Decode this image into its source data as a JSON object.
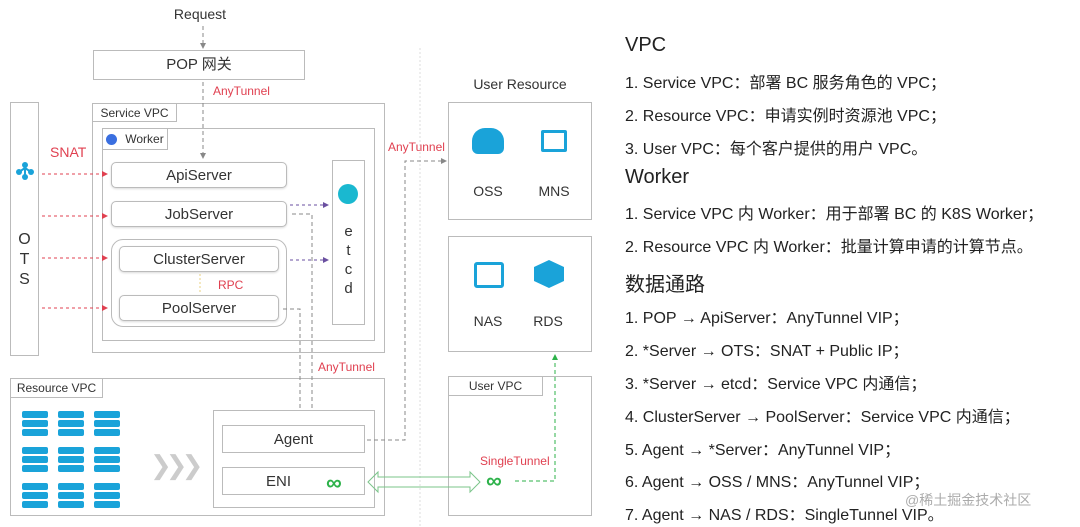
{
  "diagram": {
    "request": "Request",
    "pop": "POP 网关",
    "anytunnel_top": "AnyTunnel",
    "service_vpc": "Service VPC",
    "worker": "Worker",
    "apiserver": "ApiServer",
    "jobserver": "JobServer",
    "clusterserver": "ClusterServer",
    "poolserver": "PoolServer",
    "rpc": "RPC",
    "etcd": [
      "e",
      "t",
      "c",
      "d"
    ],
    "ots": [
      "O",
      "T",
      "S"
    ],
    "snat": "SNAT",
    "user_resource": "User Resource",
    "anytunnel_right": "AnyTunnel",
    "oss": "OSS",
    "mns": "MNS",
    "nas": "NAS",
    "rds": "RDS",
    "anytunnel_mid": "AnyTunnel",
    "resource_vpc": "Resource VPC",
    "agent": "Agent",
    "eni": "ENI",
    "user_vpc": "User VPC",
    "singletunnel": "SingleTunnel",
    "colors": {
      "red": "#e04050",
      "cyan": "#1aa3d9",
      "green": "#2db24a",
      "purple": "#6a4fa0"
    }
  },
  "notes": {
    "vpc_title": "VPC",
    "vpc_items": [
      "1. Service VPC：部署 BC 服务角色的 VPC；",
      "2. Resource VPC：申请实例时资源池 VPC；",
      "3. User VPC：每个客户提供的用户 VPC。"
    ],
    "worker_title": "Worker",
    "worker_items": [
      "1. Service VPC 内 Worker：用于部署 BC 的 K8S Worker；",
      "2. Resource VPC 内 Worker：批量计算申请的计算节点。"
    ],
    "path_title": "数据通路",
    "path_items": [
      "1. POP  → ApiServer：AnyTunnel VIP；",
      "2. *Server → OTS：SNAT + Public IP；",
      "3. *Server → etcd：Service VPC 内通信；",
      "4. ClusterServer → PoolServer：Service VPC 内通信；",
      "5. Agent → *Server：AnyTunnel VIP；",
      "6. Agent → OSS / MNS：AnyTunnel VIP；",
      "7. Agent → NAS / RDS：SingleTunnel VIP。"
    ]
  },
  "watermark": "@稀土掘金技术社区"
}
